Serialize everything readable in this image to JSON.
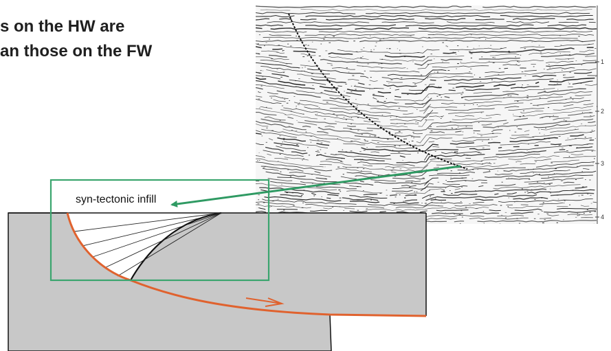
{
  "heading": {
    "line1": "s on the HW are",
    "line2": "an those on the FW"
  },
  "diagram": {
    "infill_label": "syn-tectonic infill",
    "depth_ticks": [
      "1",
      "2",
      "3",
      "4"
    ]
  },
  "colors": {
    "fault": "#e0622e",
    "arrow": "#2f9a63",
    "box": "#3aa56e",
    "block": "#c8c8c8",
    "seismic_ink": "#151515"
  }
}
